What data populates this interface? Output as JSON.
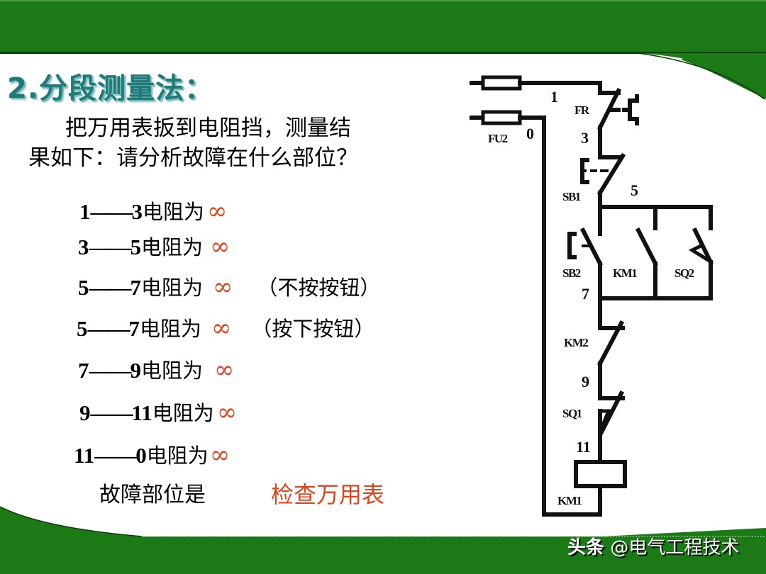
{
  "slide": {
    "title": "2.分段测量法：",
    "intro_line1": "把万用表扳到电阻挡，测量结",
    "intro_line2": "果如下：请分析故障在什么部位？",
    "infinity_symbol": "∞",
    "measurements": [
      {
        "from": "1",
        "dash": "——",
        "to": "3",
        "text": "电阻为",
        "value": "∞",
        "note": ""
      },
      {
        "from": "3",
        "dash": "——",
        "to": "5",
        "text": "电阻为",
        "value": "∞",
        "note": ""
      },
      {
        "from": "5",
        "dash": "——",
        "to": "7",
        "text": "电阻为",
        "value": "∞",
        "note": "（不按按钮）"
      },
      {
        "from": "5",
        "dash": "——",
        "to": "7",
        "text": "电阻为",
        "value": "∞",
        "note": "（按下按钮）"
      },
      {
        "from": "7",
        "dash": "——",
        "to": "9",
        "text": "电阻为",
        "value": "∞",
        "note": ""
      },
      {
        "from": "9",
        "dash": "——",
        "to": "11",
        "text": "电阻为",
        "value": "∞",
        "note": ""
      },
      {
        "from": "11",
        "dash": "——",
        "to": "0",
        "text": "电阻为",
        "value": "∞",
        "note": ""
      }
    ],
    "answer_label": "故障部位是",
    "answer_value": "检查万用表"
  },
  "diagram": {
    "component_labels": {
      "fuse": "FU2",
      "thermal_relay": "FR",
      "stop_button": "SB1",
      "start_button": "SB2",
      "contactor_aux": "KM1",
      "limit_switch_2": "SQ2",
      "interlock": "KM2",
      "limit_switch_1": "SQ1",
      "coil": "KM1"
    },
    "node_labels": {
      "n1": "1",
      "n0": "0",
      "n3": "3",
      "n5": "5",
      "n7": "7",
      "n9": "9",
      "n11": "11"
    }
  },
  "colors": {
    "banner_green": "#1b7a15",
    "title_teal": "#1f7a7a",
    "highlight_red": "#e2431b"
  },
  "watermark": {
    "brand": "头条",
    "account": " @电气工程技术"
  }
}
